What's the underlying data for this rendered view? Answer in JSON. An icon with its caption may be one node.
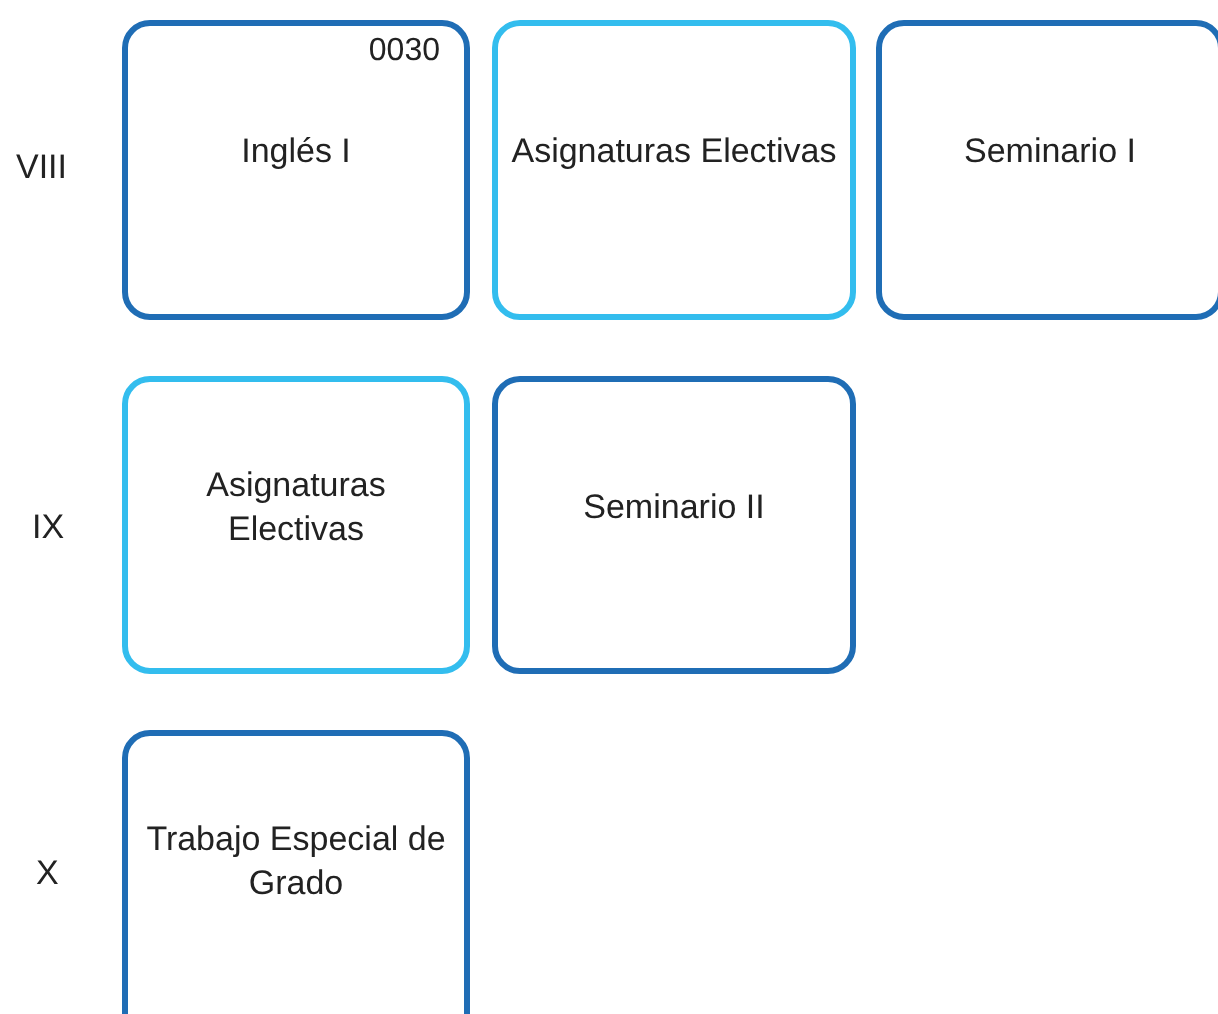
{
  "diagram": {
    "nodes": [
      {
        "text": [
          "Inglés I",
          "0030"
        ]
      },
      {
        "text": [
          "Asignaturas Electivas"
        ]
      },
      {
        "text": [
          "Seminario I"
        ]
      },
      {
        "text": [
          "Asignaturas Electivas"
        ]
      },
      {
        "text": [
          "Seminario II"
        ]
      },
      {
        "text": [
          "Trabajo Especial de Grado"
        ]
      }
    ],
    "labels": [
      "VIII",
      "IX",
      "X"
    ]
  }
}
